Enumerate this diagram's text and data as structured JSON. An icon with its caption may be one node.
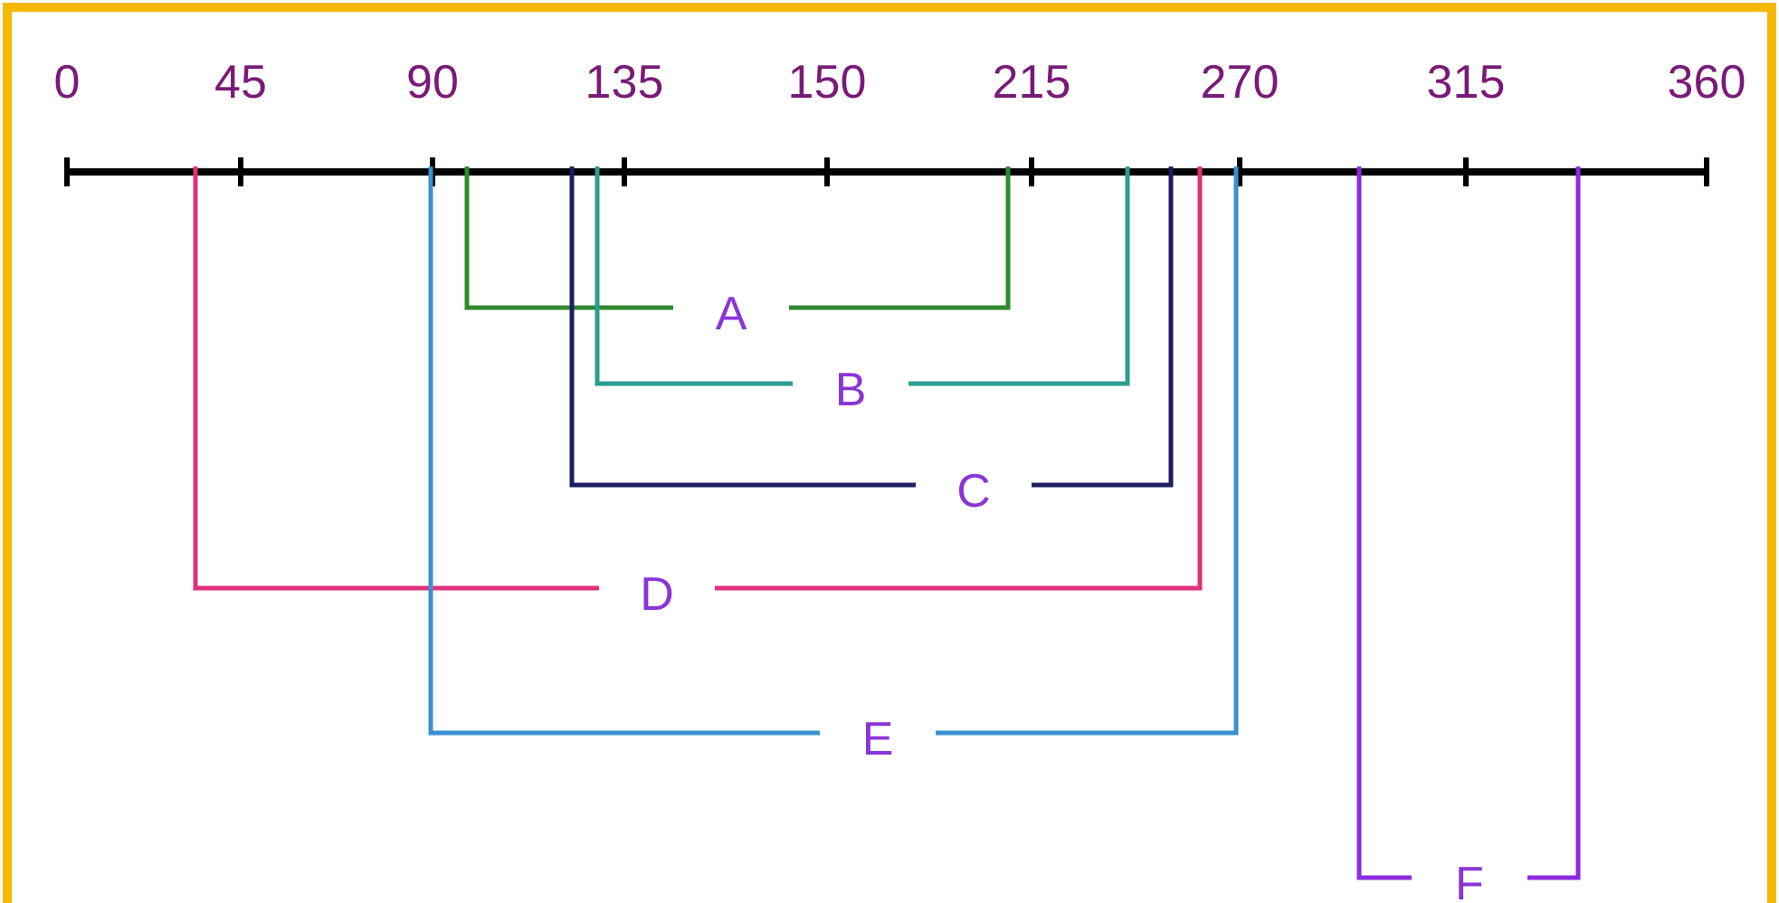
{
  "diagram": {
    "labels": [
      "0",
      "45",
      "90",
      "135",
      "150",
      "215",
      "270",
      "315",
      "360",
      "A",
      "B",
      "C",
      "D",
      "E",
      "F"
    ]
  }
}
